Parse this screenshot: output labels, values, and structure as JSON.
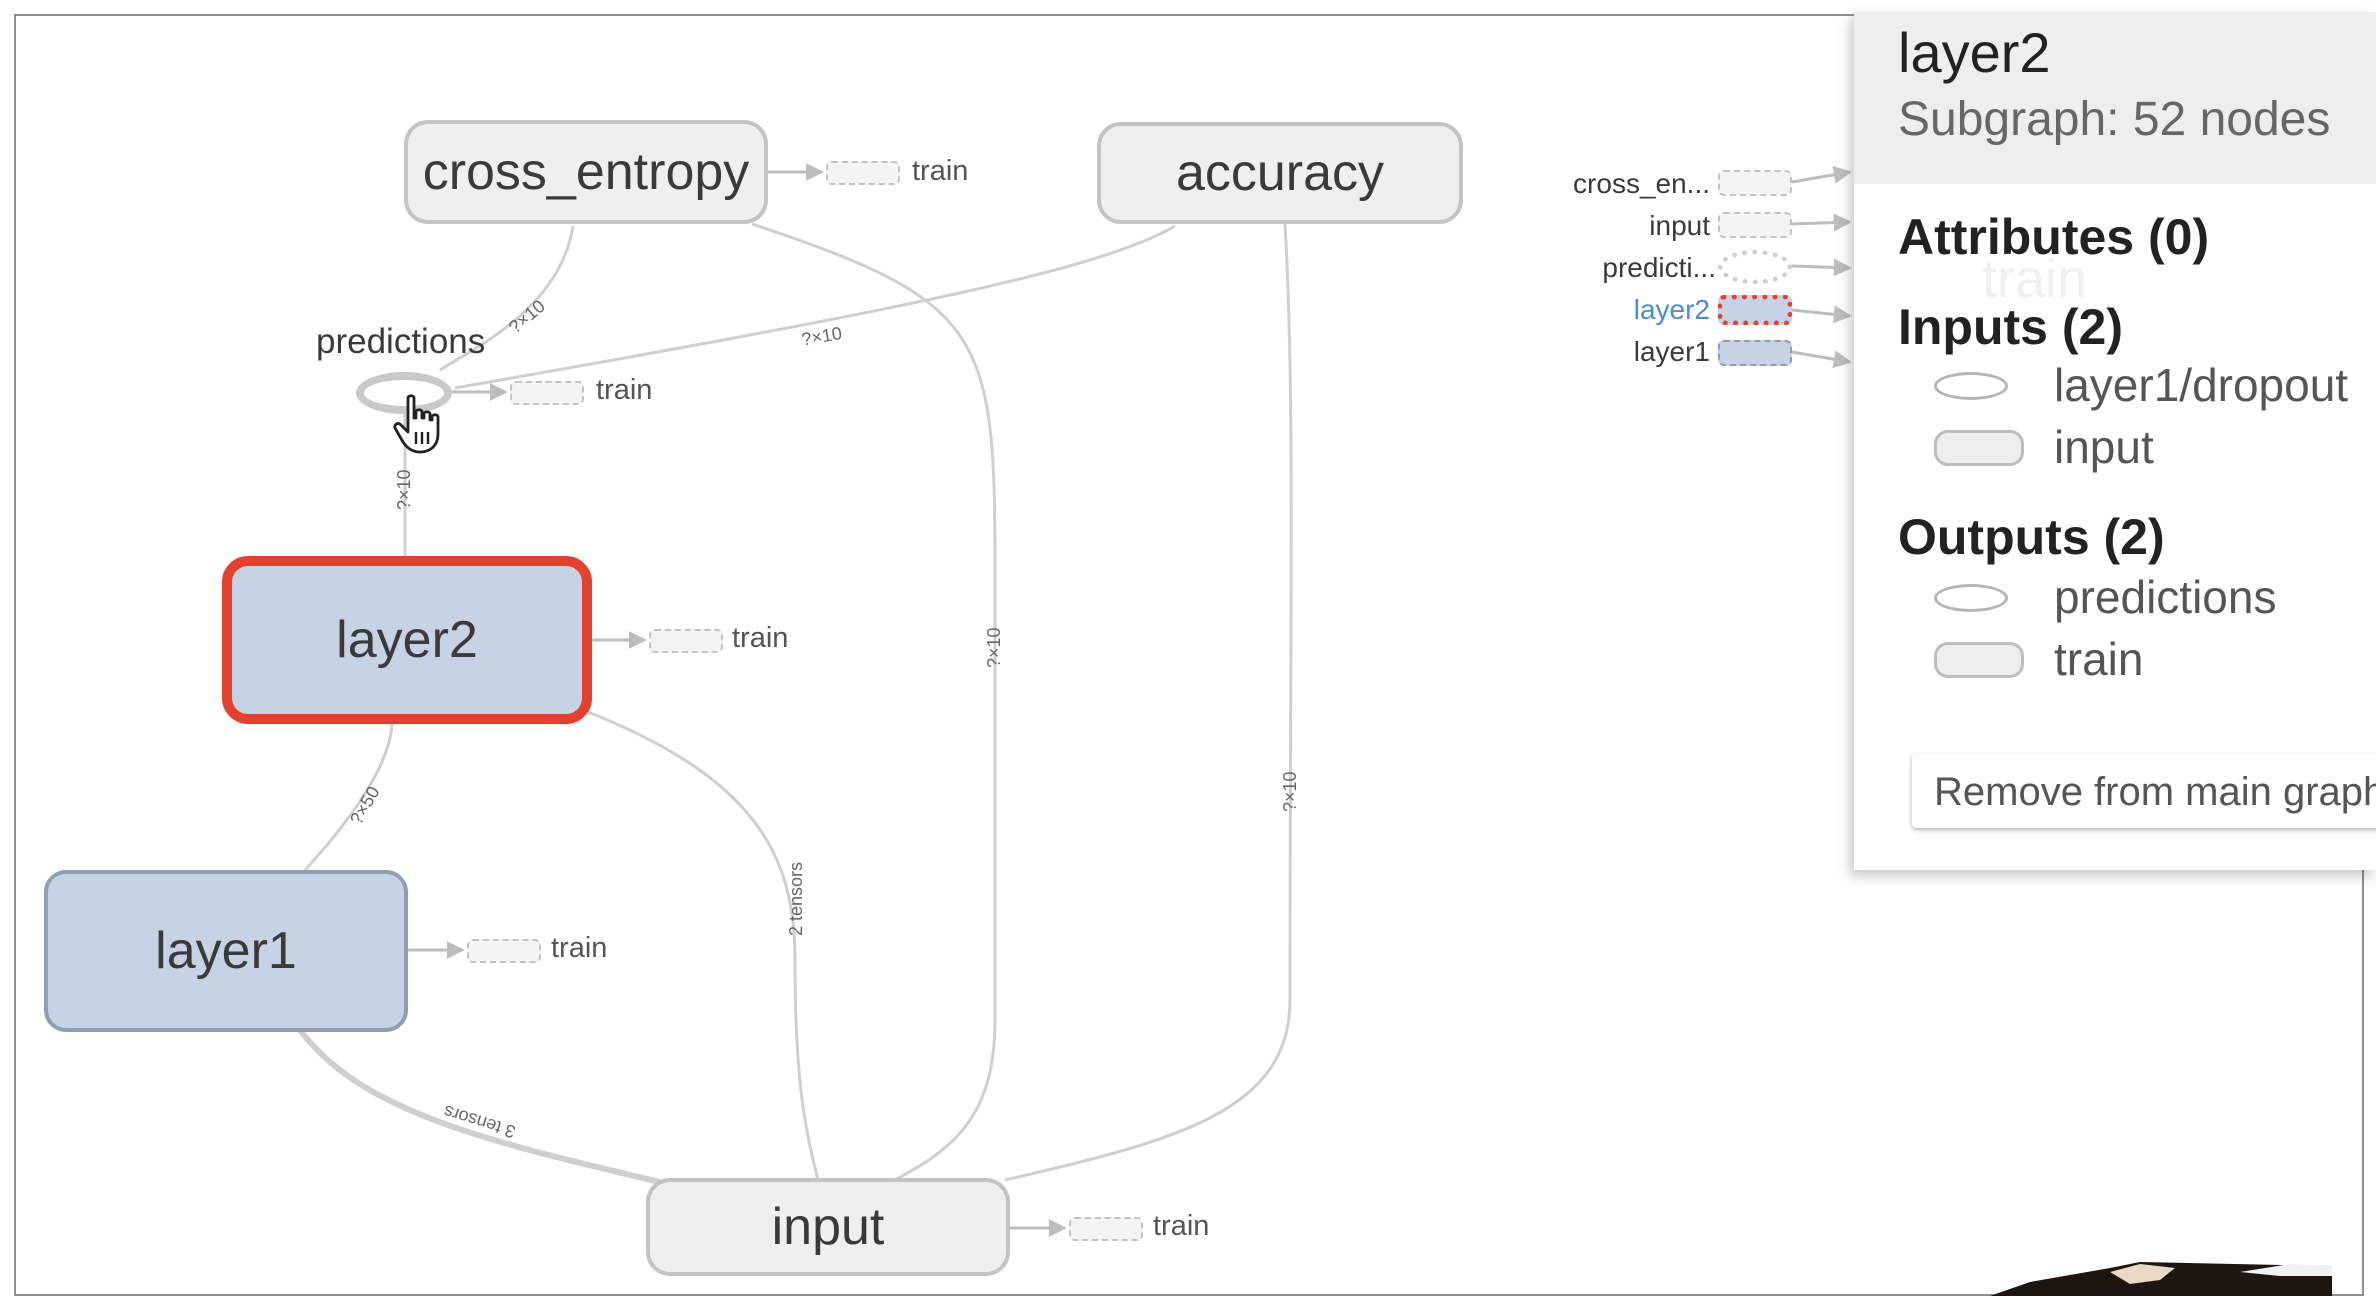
{
  "graph": {
    "nodes": {
      "cross_entropy": "cross_entropy",
      "accuracy": "accuracy",
      "predictions": "predictions",
      "layer2": "layer2",
      "layer1": "layer1",
      "input": "input"
    },
    "train_label": "train",
    "edge_labels": {
      "ce_pred": "?×10",
      "acc_pred": "?×10",
      "layer2_pred": "?×10",
      "ce_input": "?×10",
      "acc_input": "?×10",
      "layer1_layer2": "?×50",
      "layer2_input": "2 tensors",
      "layer1_input": "3 tensors"
    },
    "selected_node": "layer2"
  },
  "series": {
    "rows": [
      {
        "label": "cross_en...",
        "style": "plain"
      },
      {
        "label": "input",
        "style": "plain"
      },
      {
        "label": "predicti...",
        "style": "ellipse"
      },
      {
        "label": "layer2",
        "style": "selected"
      },
      {
        "label": "layer1",
        "style": "layer"
      }
    ]
  },
  "panel": {
    "title": "layer2",
    "subtitle": "Subgraph: 52 nodes",
    "ghost_text": "train",
    "attributes_title": "Attributes (0)",
    "inputs_title": "Inputs (2)",
    "inputs": [
      {
        "shape": "ellipse",
        "label": "layer1/dropout"
      },
      {
        "shape": "rect",
        "label": "input"
      }
    ],
    "outputs_title": "Outputs (2)",
    "outputs": [
      {
        "shape": "ellipse",
        "label": "predictions"
      },
      {
        "shape": "rect",
        "label": "train"
      }
    ],
    "remove_button": "Remove from main graph"
  },
  "colors": {
    "selected_border": "#e3402d",
    "layer_fill": "#c6d3e6",
    "op_fill": "#efefef",
    "series_highlight": "#4a8ad8"
  }
}
